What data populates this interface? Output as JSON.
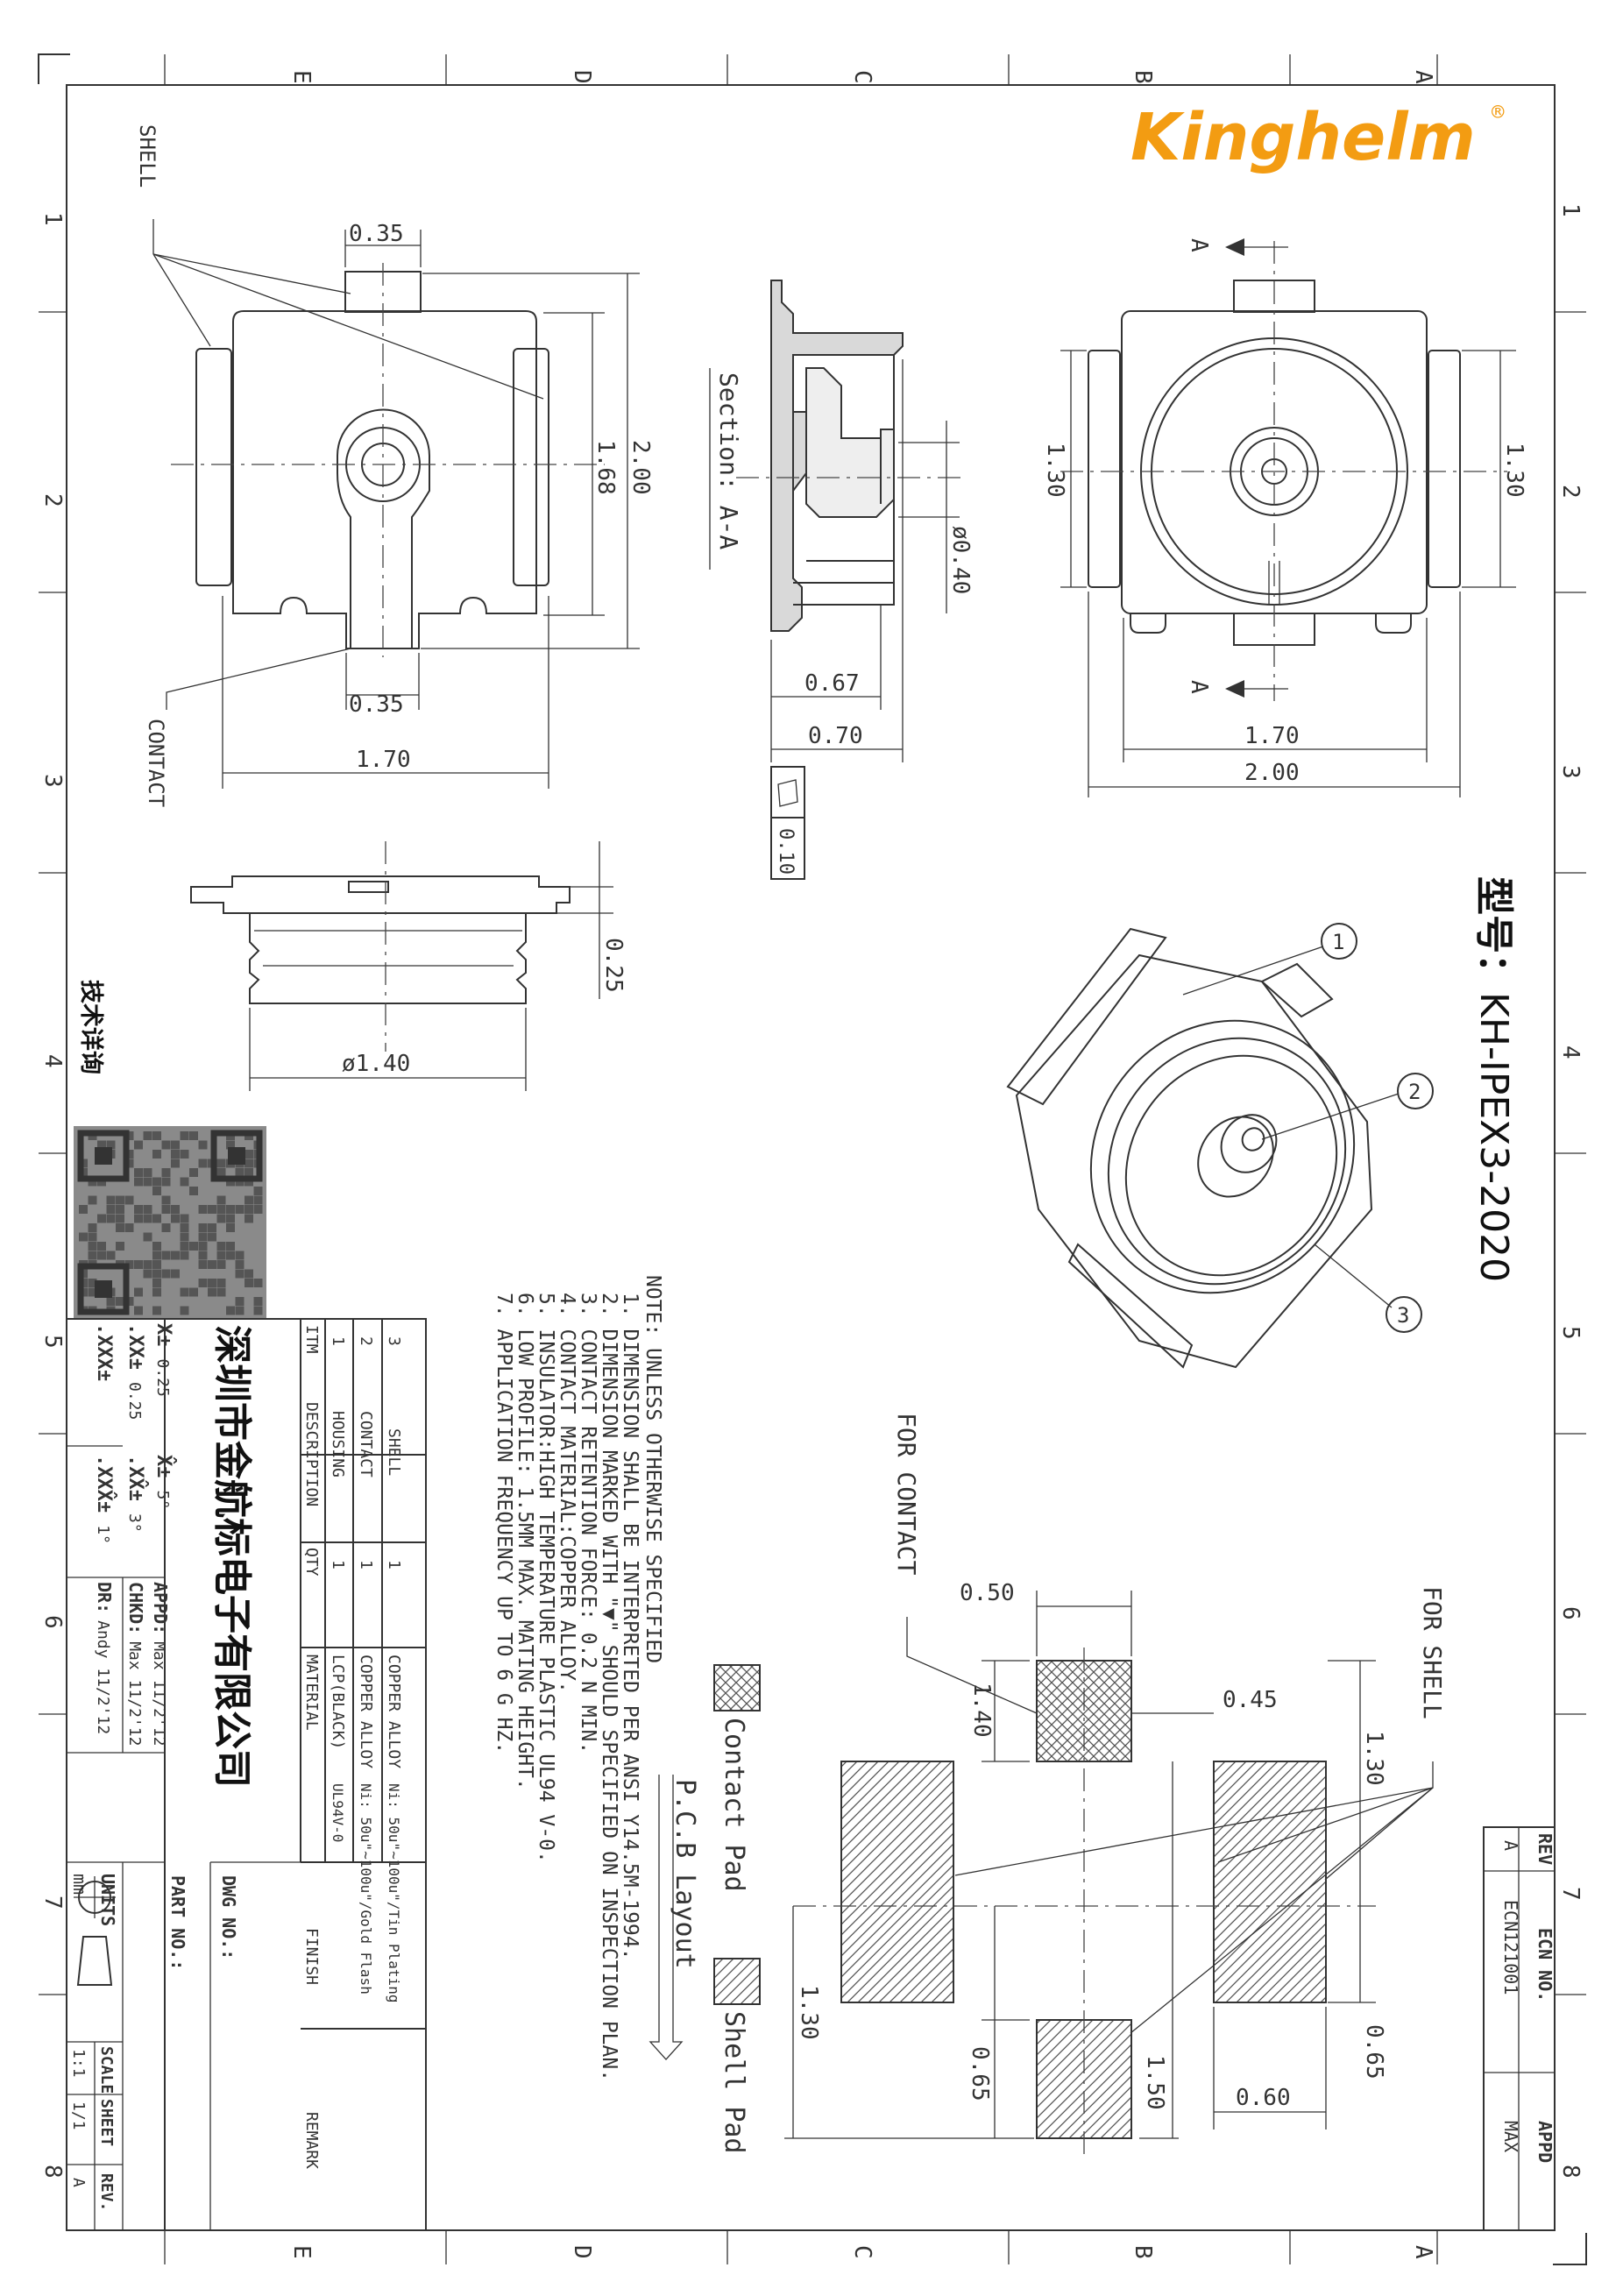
{
  "brand": {
    "name": "Kinghelm",
    "mark": "®",
    "color": "#f39c12"
  },
  "model": {
    "prefix": "型号：",
    "value": "KH-IPEX3-2020"
  },
  "border": {
    "zone_letters": [
      "E",
      "D",
      "C",
      "B",
      "A"
    ],
    "zone_numbers": [
      "1",
      "2",
      "3",
      "4",
      "5",
      "6",
      "7",
      "8"
    ]
  },
  "views": {
    "top": {
      "labels": {
        "shell": "SHELL",
        "contact": "CONTACT"
      },
      "dims": {
        "tab_top": "0.35",
        "tab_bottom": "0.35",
        "height_inner": "1.68",
        "height_outer": "2.00",
        "width": "1.70"
      }
    },
    "side": {
      "dims": {
        "height": "0.25",
        "diameter": "ø1.40"
      }
    },
    "section": {
      "title": "Section: A-A",
      "dims": {
        "pin_dia": "ø0.40",
        "w_inner": "0.67",
        "w_outer": "0.70",
        "flatness": "0.10"
      }
    },
    "bottom": {
      "marks": [
        "A",
        "A"
      ],
      "dims": {
        "h_left": "1.30",
        "h_right": "1.30",
        "w_inner": "1.70",
        "w_outer": "2.00"
      }
    },
    "iso": {
      "callouts": [
        "1",
        "2",
        "3"
      ]
    }
  },
  "notes": {
    "header": "NOTE: UNLESS OTHERWISE SPECIFIED",
    "items": [
      "1. DIMENSION SHALL BE INTERPRETED PER ANSI Y14.5M-1994.",
      "2. DIMENSION MARKED WITH \"▼\" SHOULD SPECIFIED ON INSPECTION PLAN.",
      "3. CONTACT RETENTION FORCE: 0.2 N MIN.",
      "4. CONTACT MATERIAL:COPPER ALLOY.",
      "5. INSULATOR:HIGH TEMPERATURE PLASTIC UL94 V-0.",
      "6. LOW PROFILE: 1.5MM MAX. MATING HEIGHT.",
      "7. APPLICATION FREQUENCY UP TO 6 G HZ."
    ]
  },
  "pcb": {
    "title": "P.C.B Layout",
    "legend": {
      "contact": "Contact Pad",
      "shell": "Shell Pad"
    },
    "labels": {
      "for_contact": "FOR CONTACT",
      "for_shell": "FOR SHELL"
    },
    "dims": {
      "d050": "0.50",
      "d045": "0.45",
      "d140": "1.40",
      "d130a": "1.30",
      "d130b": "1.30",
      "d065a": "0.65",
      "d065b": "0.65",
      "d150": "1.50",
      "d060": "0.60"
    }
  },
  "tech_consult": "技术详询",
  "title_block": {
    "company": "深圳市金航标电子有限公司",
    "tolerances": [
      {
        "label": "X±",
        "value": "0.25"
      },
      {
        "label": ".XX±",
        "value": "0.25"
      },
      {
        "label": ".XXX±",
        "value": ""
      },
      {
        "label": "X̂±",
        "value": "5°"
      },
      {
        "label": ".XX̂±",
        "value": "3°"
      },
      {
        "label": ".XXX̂±",
        "value": "1°"
      }
    ],
    "signoff": [
      {
        "label": "APPD:",
        "value": "Max 11/2'12"
      },
      {
        "label": "CHKD:",
        "value": "Max 11/2'12"
      },
      {
        "label": "DR:",
        "value": "Andy 11/2'12"
      }
    ],
    "bom_headers": [
      "ITM",
      "DESCRIPTION",
      "QTY",
      "MATERIAL",
      "FINISH",
      "REMARK"
    ],
    "bom": [
      {
        "itm": "3",
        "desc": "SHELL",
        "qty": "1",
        "material": "COPPER ALLOY",
        "finish": "Ni: 50u\"~100u\"/Tin Plating"
      },
      {
        "itm": "2",
        "desc": "CONTACT",
        "qty": "1",
        "material": "COPPER ALLOY",
        "finish": "Ni: 50u\"~100u\"/Gold Flash"
      },
      {
        "itm": "1",
        "desc": "HOUSING",
        "qty": "1",
        "material": "LCP(BLACK)",
        "finish": "UL94V-0"
      }
    ],
    "dwg_no_label": "DWG NO.:",
    "part_no_label": "PART NO.:",
    "units": {
      "label": "UNITS",
      "value": "mm"
    },
    "scale": {
      "label": "SCALE",
      "value": "1:1"
    },
    "sheet": {
      "label": "SHEET",
      "value": "1/1"
    },
    "rev": {
      "label": "REV.",
      "value": "A"
    }
  },
  "revision": {
    "headers": [
      "REV",
      "ECN NO.",
      "APPD"
    ],
    "row": {
      "rev": "A",
      "ecn": "ECN121001",
      "appd": "MAX"
    }
  }
}
